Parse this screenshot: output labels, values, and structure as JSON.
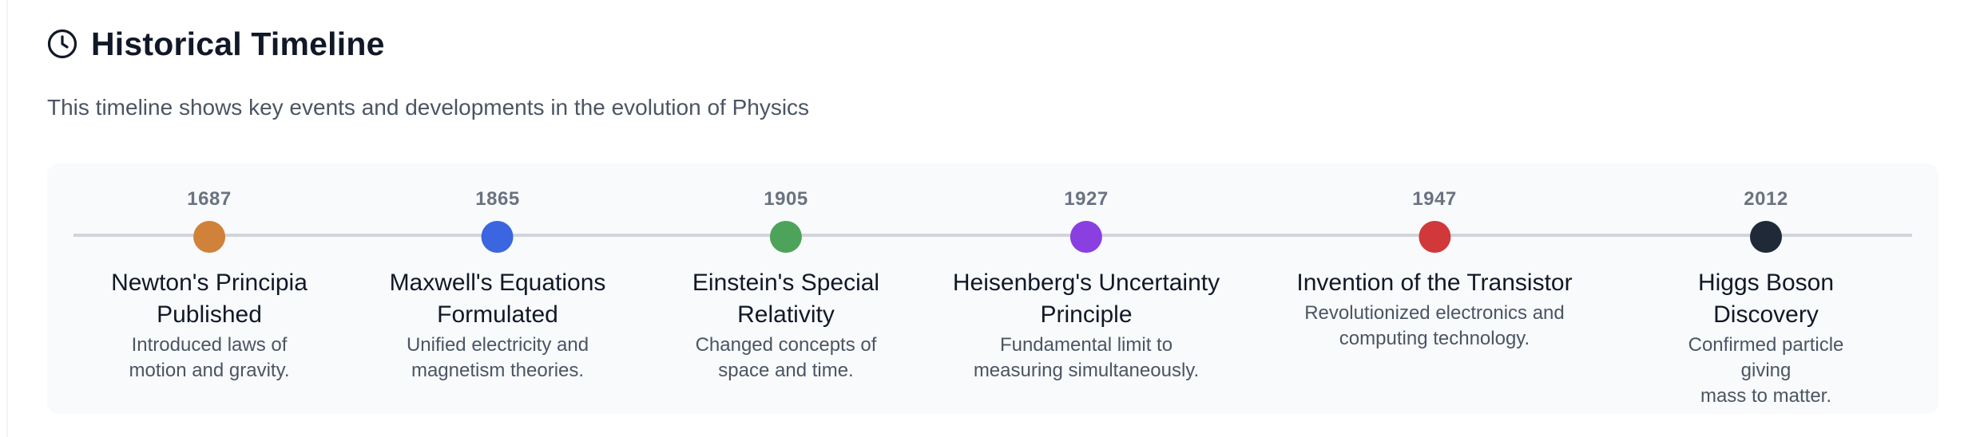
{
  "header": {
    "icon": "clock-icon",
    "title": "Historical Timeline"
  },
  "subtitle": "This timeline shows key events and developments in the evolution of Physics",
  "timeline": {
    "events": [
      {
        "year": "1687",
        "title_line1": "Newton's Principia",
        "title_line2": "Published",
        "desc_line1": "Introduced laws of",
        "desc_line2": "motion and gravity.",
        "color": "#d0813a"
      },
      {
        "year": "1865",
        "title_line1": "Maxwell's Equations",
        "title_line2": "Formulated",
        "desc_line1": "Unified electricity and",
        "desc_line2": "magnetism theories.",
        "color": "#3c66e0"
      },
      {
        "year": "1905",
        "title_line1": "Einstein's Special",
        "title_line2": "Relativity",
        "desc_line1": "Changed concepts of",
        "desc_line2": "space and time.",
        "color": "#4ea35a"
      },
      {
        "year": "1927",
        "title_line1": "Heisenberg's Uncertainty",
        "title_line2": "Principle",
        "desc_line1": "Fundamental limit to",
        "desc_line2": "measuring simultaneously.",
        "color": "#8a3fe0"
      },
      {
        "year": "1947",
        "title_line1": "Invention of the Transistor",
        "title_line2": "",
        "desc_line1": "Revolutionized electronics and",
        "desc_line2": "computing technology.",
        "color": "#d0383a"
      },
      {
        "year": "2012",
        "title_line1": "Higgs Boson",
        "title_line2": "Discovery",
        "desc_line1": "Confirmed particle giving",
        "desc_line2": "mass to matter.",
        "color": "#1f2937"
      }
    ]
  }
}
